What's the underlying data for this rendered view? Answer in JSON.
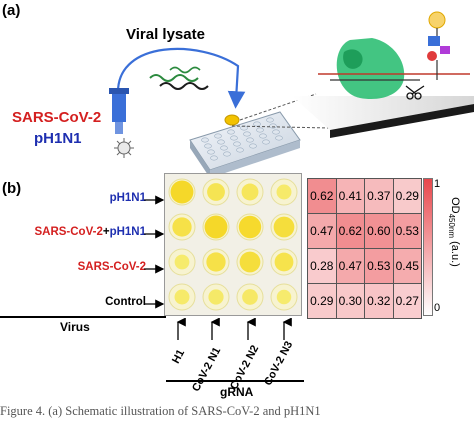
{
  "panel_a": {
    "label": "(a)",
    "viral_lysate": "Viral lysate",
    "virus_1": "SARS-CoV-2",
    "virus_2": "pH1N1"
  },
  "panel_b": {
    "label": "(b)",
    "row_labels": [
      "pH1N1",
      "SARS-CoV-2+pH1N1",
      "SARS-CoV-2",
      "Control"
    ],
    "row_label_colors": [
      "#1e2fb0",
      "mixed",
      "#d42020",
      "#000000"
    ],
    "virus_axis_label": "Virus",
    "grna_axis_label": "gRNA",
    "grna_labels": [
      "H1",
      "CoV-2 N1",
      "CoV-2 N2",
      "CoV-2 N3"
    ],
    "colorbar": {
      "max_label": "1",
      "min_label": "0",
      "title_main": "OD",
      "title_sub": "450nm",
      "title_units": "(a.u.)",
      "low_color": "#ffffff",
      "high_color": "#e8474c"
    }
  },
  "chart_data": {
    "type": "heatmap",
    "rows": [
      "pH1N1",
      "SARS-CoV-2+pH1N1",
      "SARS-CoV-2",
      "Control"
    ],
    "columns": [
      "H1",
      "CoV-2 N1",
      "CoV-2 N2",
      "CoV-2 N3"
    ],
    "values": [
      [
        0.62,
        0.41,
        0.37,
        0.29
      ],
      [
        0.47,
        0.62,
        0.6,
        0.53
      ],
      [
        0.28,
        0.47,
        0.53,
        0.45
      ],
      [
        0.29,
        0.3,
        0.32,
        0.27
      ]
    ],
    "value_labels": [
      [
        "0.62",
        "0.41",
        "0.37",
        "0.29"
      ],
      [
        "0.47",
        "0.62",
        "0.60",
        "0.53"
      ],
      [
        "0.28",
        "0.47",
        "0.53",
        "0.45"
      ],
      [
        "0.29",
        "0.30",
        "0.32",
        "0.27"
      ]
    ],
    "color_range": [
      0,
      1
    ]
  },
  "caption": "Figure 4. (a) Schematic illustration of SARS-CoV-2 and pH1N1"
}
